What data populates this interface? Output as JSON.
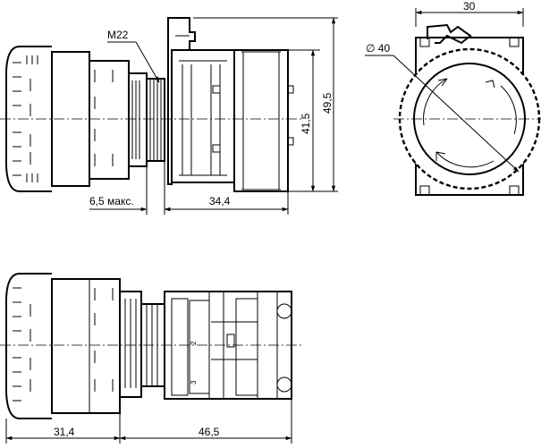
{
  "dimensions": {
    "thread": "M22",
    "diameter": "∅ 40",
    "width": "30",
    "height_body": "41,5",
    "height_total": "49,5",
    "panel_max": "6,5 макс.",
    "body_depth": "34,4",
    "head_depth": "31,4",
    "total_depth": "46,5"
  },
  "terminals": [
    "2",
    "3"
  ]
}
